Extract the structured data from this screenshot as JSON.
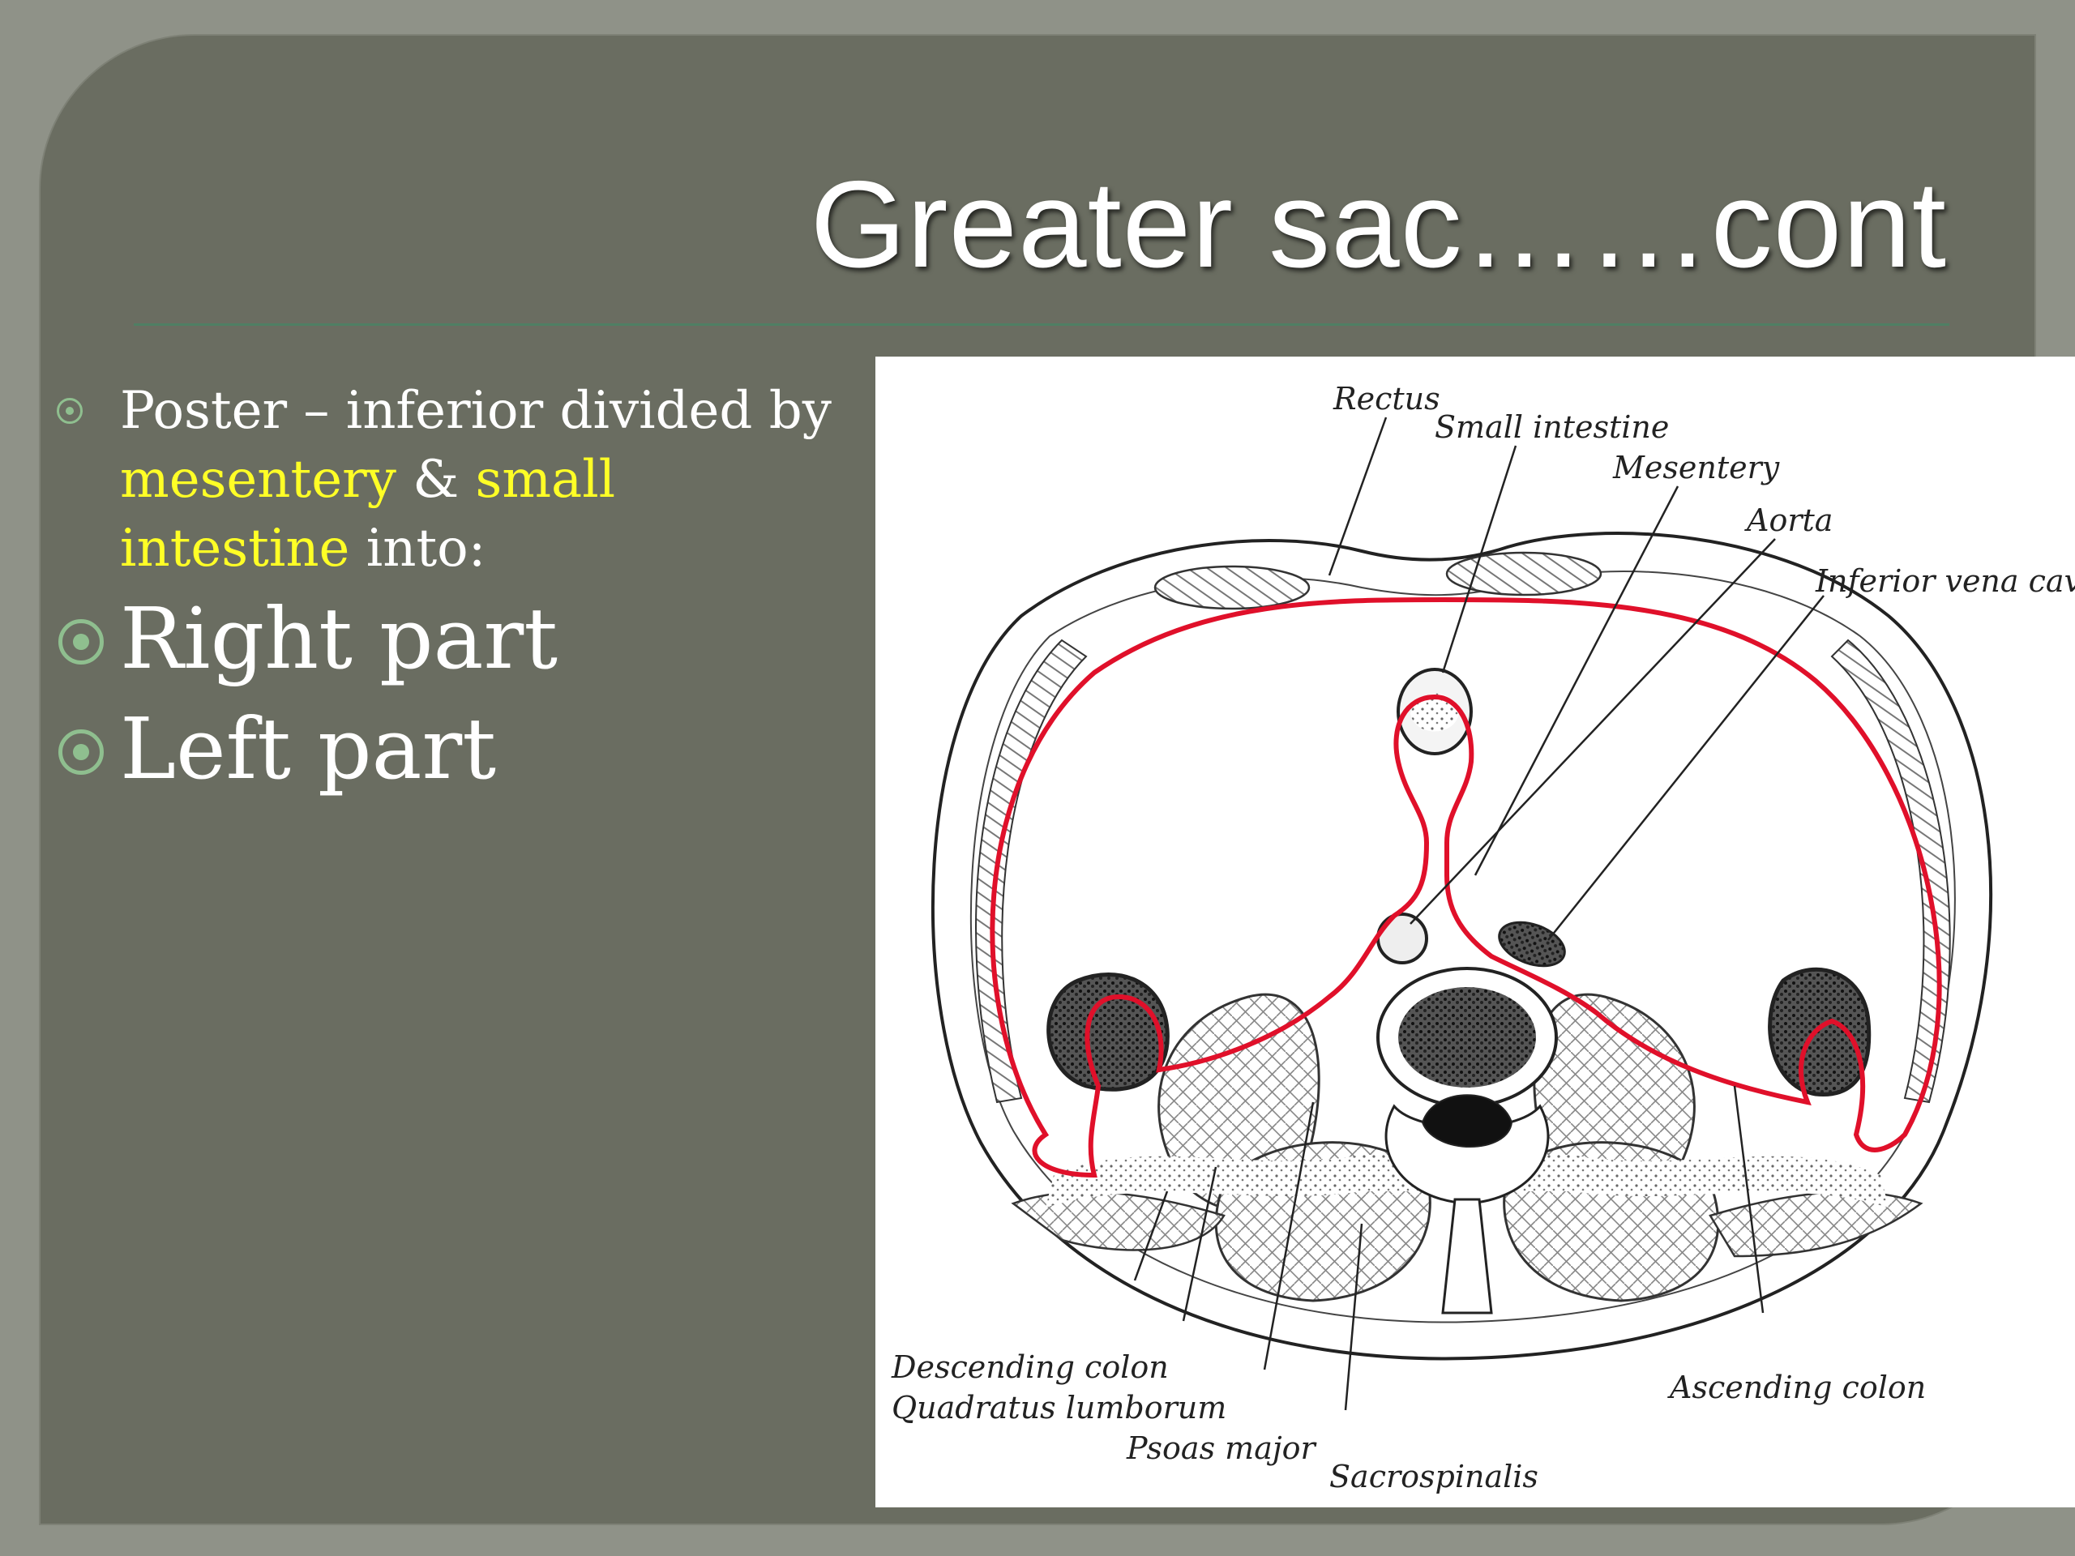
{
  "slide": {
    "title": "Greater sac……cont",
    "bullets": {
      "intro": {
        "t1": "Poster – inferior divided by ",
        "h1": "mesentery",
        "t2": " & ",
        "h2": "small intestine",
        "t3": " into:"
      },
      "items": [
        "Right part",
        "Left part"
      ]
    }
  },
  "figure": {
    "labels": {
      "rectus": "Rectus",
      "small_intestine": "Small intestine",
      "mesentery": "Mesentery",
      "aorta": "Aorta",
      "ivc": "Inferior vena cava",
      "descending_colon": "Descending colon",
      "quadratus_lumborum": "Quadratus lumborum",
      "psoas_major": "Psoas major",
      "sacrospinalis": "Sacrospinalis",
      "ascending_colon": "Ascending colon"
    }
  },
  "colors": {
    "slide_background": "#6a6d61",
    "highlight": "#ffff26",
    "bullet_marker": "#8fbf8f",
    "peritoneum_line": "#e0102a"
  }
}
